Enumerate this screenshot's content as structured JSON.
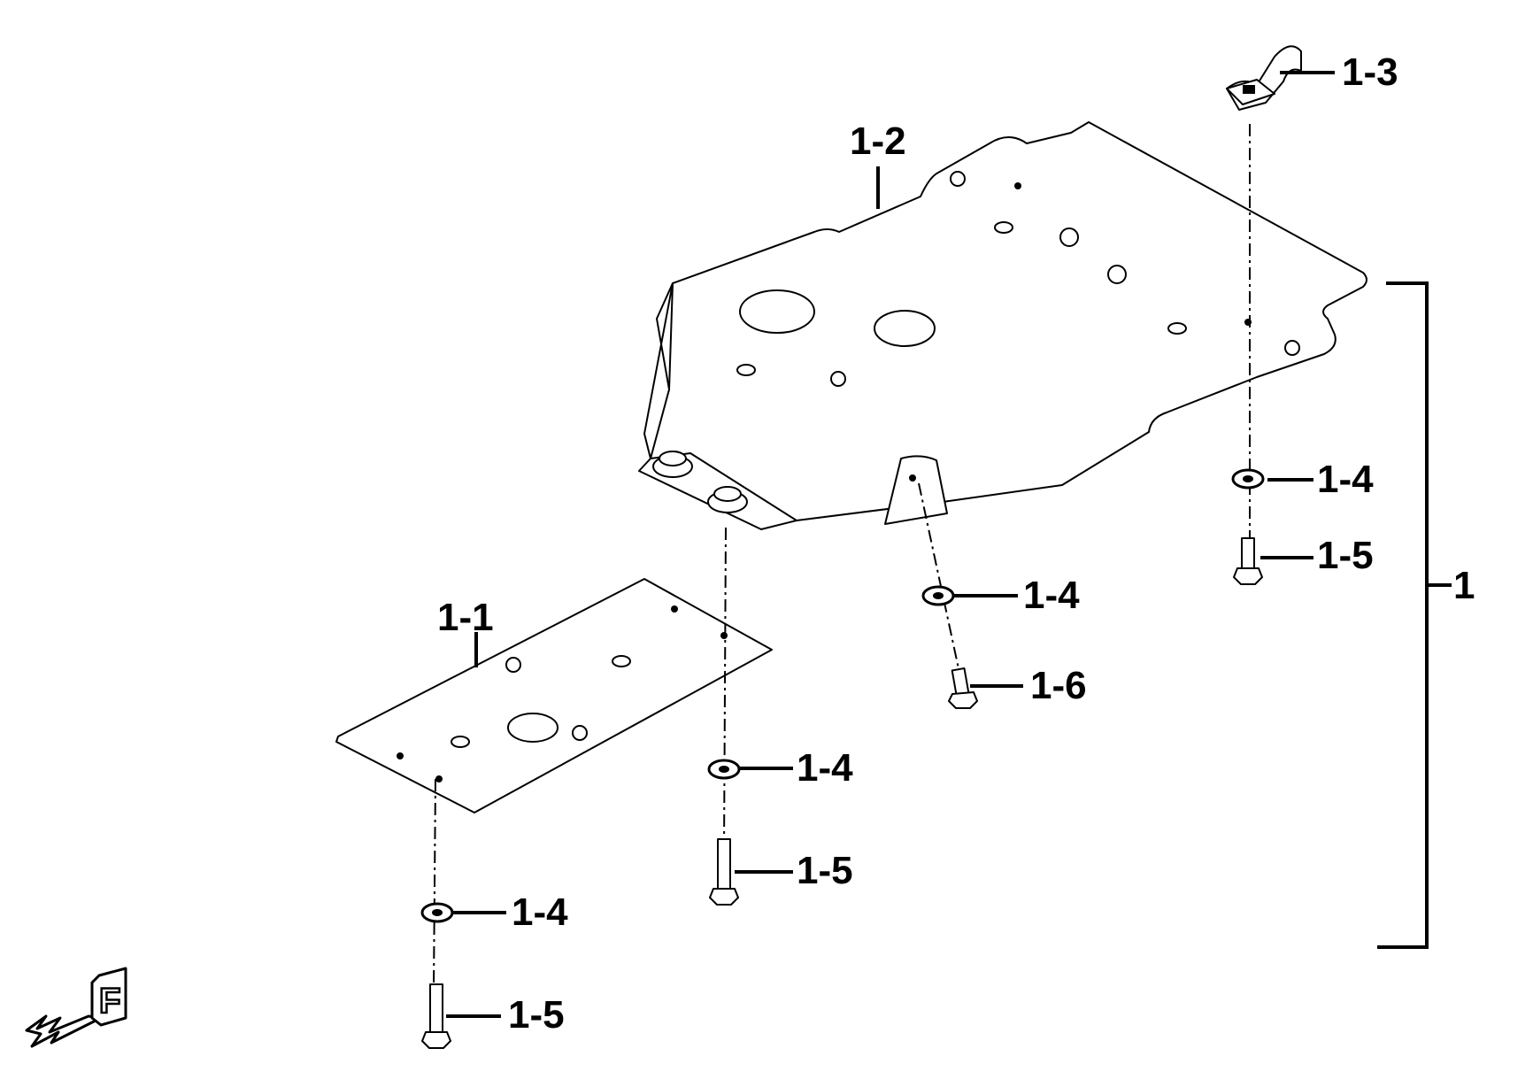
{
  "labels": {
    "part_1": "1",
    "part_1_1": "1-1",
    "part_1_2": "1-2",
    "part_1_3": "1-3",
    "part_1_4": "1-4",
    "part_1_5": "1-5",
    "part_1_6": "1-6"
  },
  "front_indicator": "F"
}
